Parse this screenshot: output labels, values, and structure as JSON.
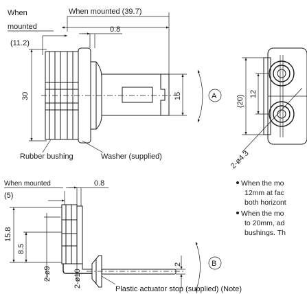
{
  "top_view": {
    "label_when_mounted_line1": "When",
    "label_when_mounted_line2": "mounted",
    "dim_when_mounted_total": "When mounted (39.7)",
    "dim_washer": "0.8",
    "dim_bushing_offset": "(11.2)",
    "dim_height": "30",
    "dim_actuator_width": "15",
    "direction_marker": "A",
    "label_rubber_bushing": "Rubber bushing",
    "label_washer": "Washer (supplied)"
  },
  "side_view": {
    "dim_hole_pitch_outer": "(20)",
    "dim_hole_pitch": "12",
    "dim_hole_dia": "2-ø4.3"
  },
  "bottom_view": {
    "label_when_mounted": "When mounted",
    "dim_washer": "0.8",
    "dim_offset": "(5)",
    "dim_height": "15.8",
    "dim_inner": "8.5",
    "dim_dia9": "2-ø9",
    "dim_dia10": "2-ø10",
    "dim_rod": "2",
    "direction_marker": "B",
    "label_stop": "Plastic actuator stop (supplied) (Note)"
  },
  "notes": [
    {
      "line1": "When the mo",
      "line2": "12mm at fac",
      "line3": "both horizont"
    },
    {
      "line1": "When the mo",
      "line2": "to 20mm, ad",
      "line3": "bushings. Th"
    }
  ]
}
